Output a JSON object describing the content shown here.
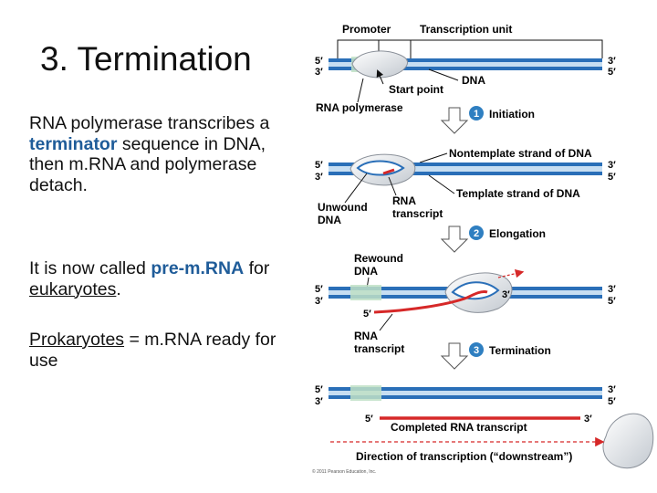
{
  "slide": {
    "title": "3. Termination",
    "p1": {
      "before": "RNA polymerase transcribes a ",
      "highlight": "terminator",
      "after": " sequence in DNA, then m.RNA and polymerase detach."
    },
    "p2": {
      "before": "It is now called ",
      "highlight": "pre-m.RNA",
      "middle": " for ",
      "underlined": "eukaryotes",
      "after": "."
    },
    "p3": {
      "underlined": "Prokaryotes",
      "after": " = m.RNA ready for use"
    }
  },
  "figure": {
    "labels": {
      "promoter": "Promoter",
      "transcription_unit": "Transcription unit",
      "dna": "DNA",
      "start_point": "Start point",
      "rna_polymerase": "RNA polymerase",
      "nontemplate_strand": "Nontemplate strand of DNA",
      "template_strand": "Template strand of DNA",
      "unwound_dna_1": "Unwound",
      "unwound_dna_2": "DNA",
      "rna_transcript_1": "RNA",
      "rna_transcript_2": "transcript",
      "rewound_dna_1": "Rewound",
      "rewound_dna_2": "DNA",
      "rna_transcript_b_1": "RNA",
      "rna_transcript_b_2": "transcript",
      "completed_rna": "Completed RNA transcript",
      "direction": "Direction of transcription (“downstream”)",
      "copyright": "© 2011 Pearson Education, Inc."
    },
    "ends": {
      "five_prime": "5′",
      "three_prime": "3′"
    },
    "steps": [
      {
        "number": "1",
        "label": "Initiation"
      },
      {
        "number": "2",
        "label": "Elongation"
      },
      {
        "number": "3",
        "label": "Termination"
      }
    ],
    "colors": {
      "dna_strand": "#2a6fb8",
      "dna_strand_light": "#8fbde6",
      "promoter_region": "#bfe0c6",
      "rna": "#d62828",
      "step_badge": "#2f7fc1",
      "polymerase": "#d9dde2"
    }
  }
}
